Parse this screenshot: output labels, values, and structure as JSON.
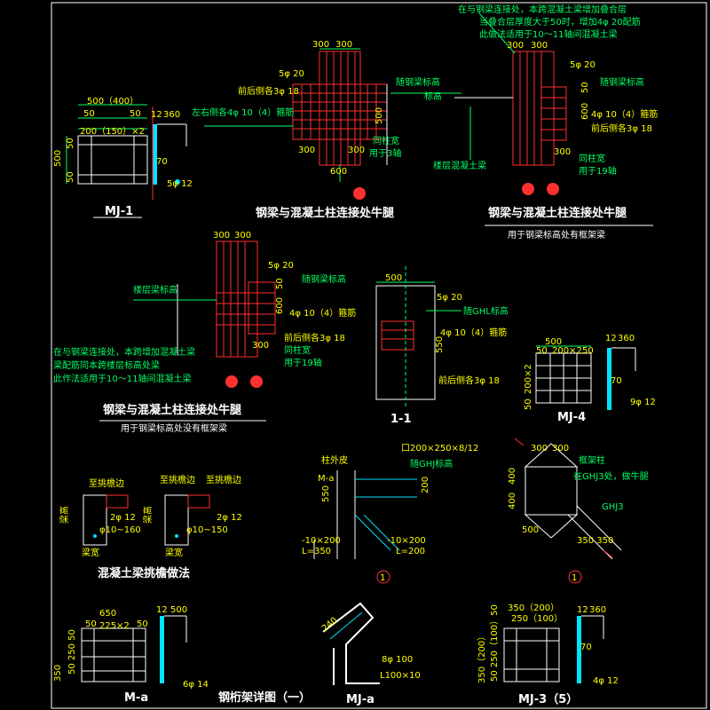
{
  "mj1": {
    "title": "MJ-1",
    "dim_top": "500（400）",
    "dim_50a": "50",
    "dim_50b": "50",
    "dim_spacing": "200（150）×2",
    "dim_12": "12",
    "dim_360": "360",
    "dim_70": "70",
    "dim_500": "500",
    "bolt": "5φ 12"
  },
  "corbel1": {
    "title": "钢梁与混凝土柱连接处牛腿",
    "dim_300a": "300",
    "dim_300b": "300",
    "dim_300c": "300",
    "dim_300d": "300",
    "dim_500": "500",
    "dim_600": "600",
    "rebar_top": "5φ 20",
    "front_back": "前后侧各3φ 18",
    "left_right": "左右侧各4φ 10（4）箍筋",
    "beam_level": "随钢梁标高",
    "level": "标高",
    "same_width": "同柱宽",
    "axis_note": "用于3轴"
  },
  "corbel2": {
    "title": "钢梁与混凝土柱连接处牛腿",
    "subtitle": "用于钢梁标高处有框架梁",
    "note1": "在与钢梁连接处，本跨混凝土梁增加叠合层",
    "note2": "当叠合层厚度大于50时，增加4φ 20配筋",
    "note3": "此做法适用于10～11轴间混凝土梁",
    "dim_300a": "300",
    "dim_300b": "300",
    "dim_300c": "300",
    "dim_50": "50",
    "dim_600": "600",
    "rebar_top": "5φ 20",
    "beam_level": "随钢梁标高",
    "stirrup": "4φ 10（4）箍筋",
    "front_back": "前后侧各3φ 18",
    "same_width": "同柱宽",
    "axis_note": "用于19轴",
    "floor_beam": "楼层混凝土梁"
  },
  "corbel3": {
    "title": "钢梁与混凝土柱连接处牛腿",
    "subtitle": "用于钢梁标高处没有框架梁",
    "dim_300a": "300",
    "dim_300b": "300",
    "dim_300c": "300",
    "dim_50": "50",
    "dim_600": "600",
    "rebar_top": "5φ 20",
    "beam_level": "随钢梁标高",
    "floor_beam": "楼层梁标高",
    "stirrup": "4φ 10（4）箍筋",
    "front_back": "前后侧各3φ 18",
    "same_width": "同柱宽",
    "axis_note": "用于19轴",
    "note1": "在与钢梁连接处，本跨增加混凝土梁",
    "note2": "梁配筋同本跨楼层标高处梁",
    "note3": "此作法适用于10～11轴间混凝土梁"
  },
  "section11": {
    "title": "1-1",
    "dim_500": "500",
    "dim_550": "550",
    "rebar_top": "5φ 20",
    "beam_level": "随GHL标高",
    "stirrup": "4φ 10（4）箍筋",
    "front_back": "前后侧各3φ 18"
  },
  "mj4": {
    "title": "MJ-4",
    "dim_500": "500",
    "dim_50a": "50",
    "dim_50b": "50",
    "dim_200x2": "200×2",
    "dim_12": "12",
    "dim_360": "360",
    "dim_70": "70",
    "dim_vert": "200×2",
    "bolt": "9φ 12"
  },
  "cantilever": {
    "title": "混凝土梁挑檐做法",
    "left_top": "至挑檐边",
    "right_top_a": "至挑檐边",
    "right_top_b": "至挑檐边",
    "beam_height": "梁高",
    "beam_width": "梁宽",
    "rebar_a": "2φ 12",
    "stirrup_a": "φ10~160",
    "rebar_b": "2φ 12",
    "stirrup_b": "φ10~150"
  },
  "section1": {
    "label": "1",
    "column_skin": "柱外皮",
    "profile": "口200×250×8/12",
    "beam_level": "随GHJ标高",
    "ma": "M-a",
    "dim_550": "550",
    "dim_200": "200",
    "plate_a": "-10×200",
    "length_a": "L=350",
    "plate_b": "-10×200",
    "length_b": "L=200"
  },
  "section1r": {
    "label": "1",
    "dim_300a": "300",
    "dim_300b": "300",
    "column": "框架柱",
    "note": "在GHJ3处，做牛腿",
    "dim_400a": "400",
    "dim_400b": "400",
    "ghj": "GHJ3",
    "dim_500": "500",
    "dim_350": "350 350"
  },
  "ma": {
    "title": "M-a",
    "dim_650": "650",
    "dim_50a": "50",
    "dim_50b": "50",
    "dim_225": "225×2",
    "dim_12": "12",
    "dim_500": "500",
    "dim_vert": "350",
    "dim_vert2": "50 250 50",
    "bolt": "6φ 14"
  },
  "truss": {
    "title": "钢桁架详图（一）"
  },
  "mja": {
    "title": "MJ-a",
    "dim_240": "240",
    "bolt": "8φ 100",
    "length": "L100×10"
  },
  "mj3": {
    "title": "MJ-3（5）",
    "dim_350": "350（200）",
    "dim_250": "250（100）",
    "dim_12": "12",
    "dim_360": "360",
    "dim_70": "70",
    "dim_vert": "350（200）",
    "dim_vert2": "50 250（100）50",
    "bolt": "4φ 12"
  }
}
